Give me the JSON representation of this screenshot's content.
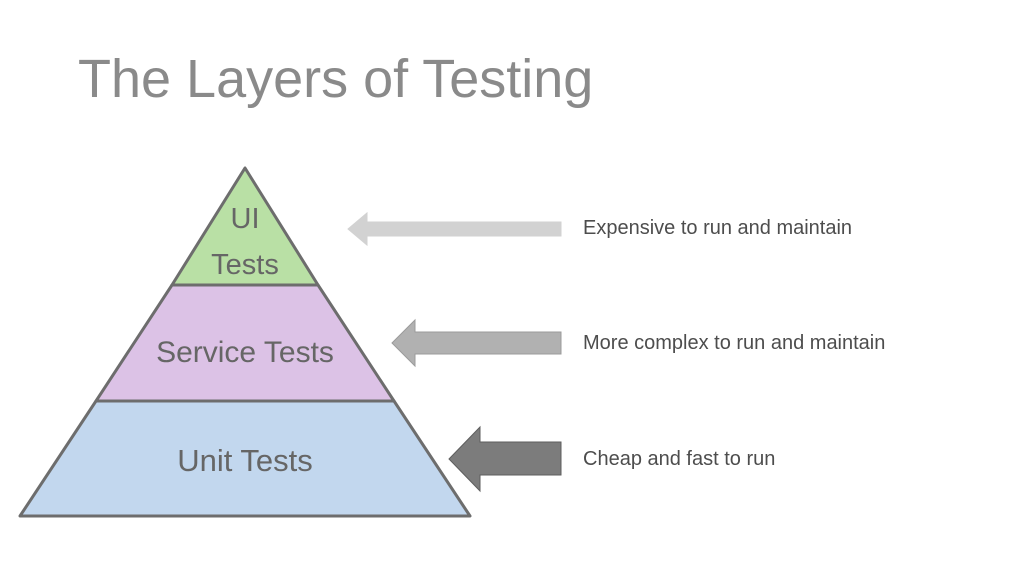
{
  "title": "The Layers of Testing",
  "layers": [
    {
      "id": "ui",
      "label_lines": [
        "UI",
        "Tests"
      ],
      "note": "Expensive to run and maintain",
      "fill": "#b9e0a5",
      "arrow_fill": "#d2d2d2",
      "arrow_stroke": "#d2d2d2"
    },
    {
      "id": "service",
      "label_lines": [
        "Service Tests"
      ],
      "note": "More complex to run and maintain",
      "fill": "#dcc2e6",
      "arrow_fill": "#b1b1b1",
      "arrow_stroke": "#9b9b9b"
    },
    {
      "id": "unit",
      "label_lines": [
        "Unit Tests"
      ],
      "note": "Cheap and fast to run",
      "fill": "#c2d7ee",
      "arrow_fill": "#7c7c7c",
      "arrow_stroke": "#5e5e5e"
    }
  ],
  "colors": {
    "outline": "#6d6d6d",
    "title": "#8a8a8a",
    "label": "#666666",
    "note_text": "#4d4d4d"
  }
}
